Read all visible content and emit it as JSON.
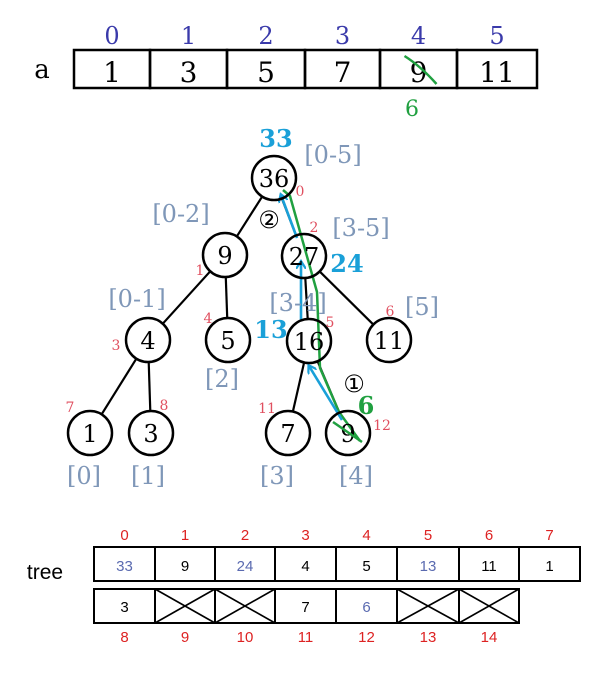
{
  "array": {
    "name": "a",
    "indices": [
      "0",
      "1",
      "2",
      "3",
      "4",
      "5"
    ],
    "values": [
      "1",
      "3",
      "5",
      "7",
      "9",
      "11"
    ],
    "updated_index": 4,
    "new_value": "6"
  },
  "tree": {
    "nodes": [
      {
        "id": 0,
        "value": "36",
        "index": "0",
        "range": "[0-5]",
        "updated": "33"
      },
      {
        "id": 1,
        "value": "9",
        "index": "1",
        "range": "[0-2]"
      },
      {
        "id": 2,
        "value": "27",
        "index": "2",
        "range": "[3-5]",
        "updated": "24"
      },
      {
        "id": 3,
        "value": "4",
        "index": "3",
        "range": "[0-1]"
      },
      {
        "id": 4,
        "value": "5",
        "index": "4",
        "range": "[2]"
      },
      {
        "id": 5,
        "value": "16",
        "index": "5",
        "range": "[3-4]",
        "updated": "13"
      },
      {
        "id": 6,
        "value": "11",
        "index": "6",
        "range": "[5]"
      },
      {
        "id": 7,
        "value": "1",
        "index": "7",
        "range": "[0]"
      },
      {
        "id": 8,
        "value": "3",
        "index": "8",
        "range": "[1]"
      },
      {
        "id": 11,
        "value": "7",
        "index": "11",
        "range": "[3]"
      },
      {
        "id": 12,
        "value": "9",
        "index": "12",
        "range": "[4]",
        "updated": "6"
      }
    ],
    "edges": [
      [
        0,
        1
      ],
      [
        0,
        2
      ],
      [
        1,
        3
      ],
      [
        1,
        4
      ],
      [
        2,
        5
      ],
      [
        2,
        6
      ],
      [
        3,
        7
      ],
      [
        3,
        8
      ],
      [
        5,
        11
      ],
      [
        5,
        12
      ]
    ],
    "step_labels": [
      "②",
      "①"
    ]
  },
  "tree_array": {
    "name": "tree",
    "indices_row1": [
      "0",
      "1",
      "2",
      "3",
      "4",
      "5",
      "6",
      "7"
    ],
    "values_row1": [
      "33",
      "9",
      "24",
      "4",
      "5",
      "13",
      "11",
      "1"
    ],
    "updated_row1": [
      true,
      false,
      true,
      false,
      false,
      true,
      false,
      false
    ],
    "indices_row2": [
      "8",
      "9",
      "10",
      "11",
      "12",
      "13",
      "14"
    ],
    "values_row2": [
      "3",
      "",
      "",
      "7",
      "6",
      "",
      ""
    ],
    "empty_row2": [
      false,
      true,
      true,
      false,
      false,
      true,
      true
    ],
    "updated_row2": [
      false,
      false,
      false,
      false,
      true,
      false,
      false
    ]
  },
  "colors": {
    "index": "#3a3aaa",
    "range": "#7f97b8",
    "node_index": "#e05060",
    "update_blue": "#1aa0d8",
    "update_green": "#20a040",
    "updated_cell": "#5a6ab0",
    "red_index": "#dd2222",
    "ink": "#000000"
  }
}
